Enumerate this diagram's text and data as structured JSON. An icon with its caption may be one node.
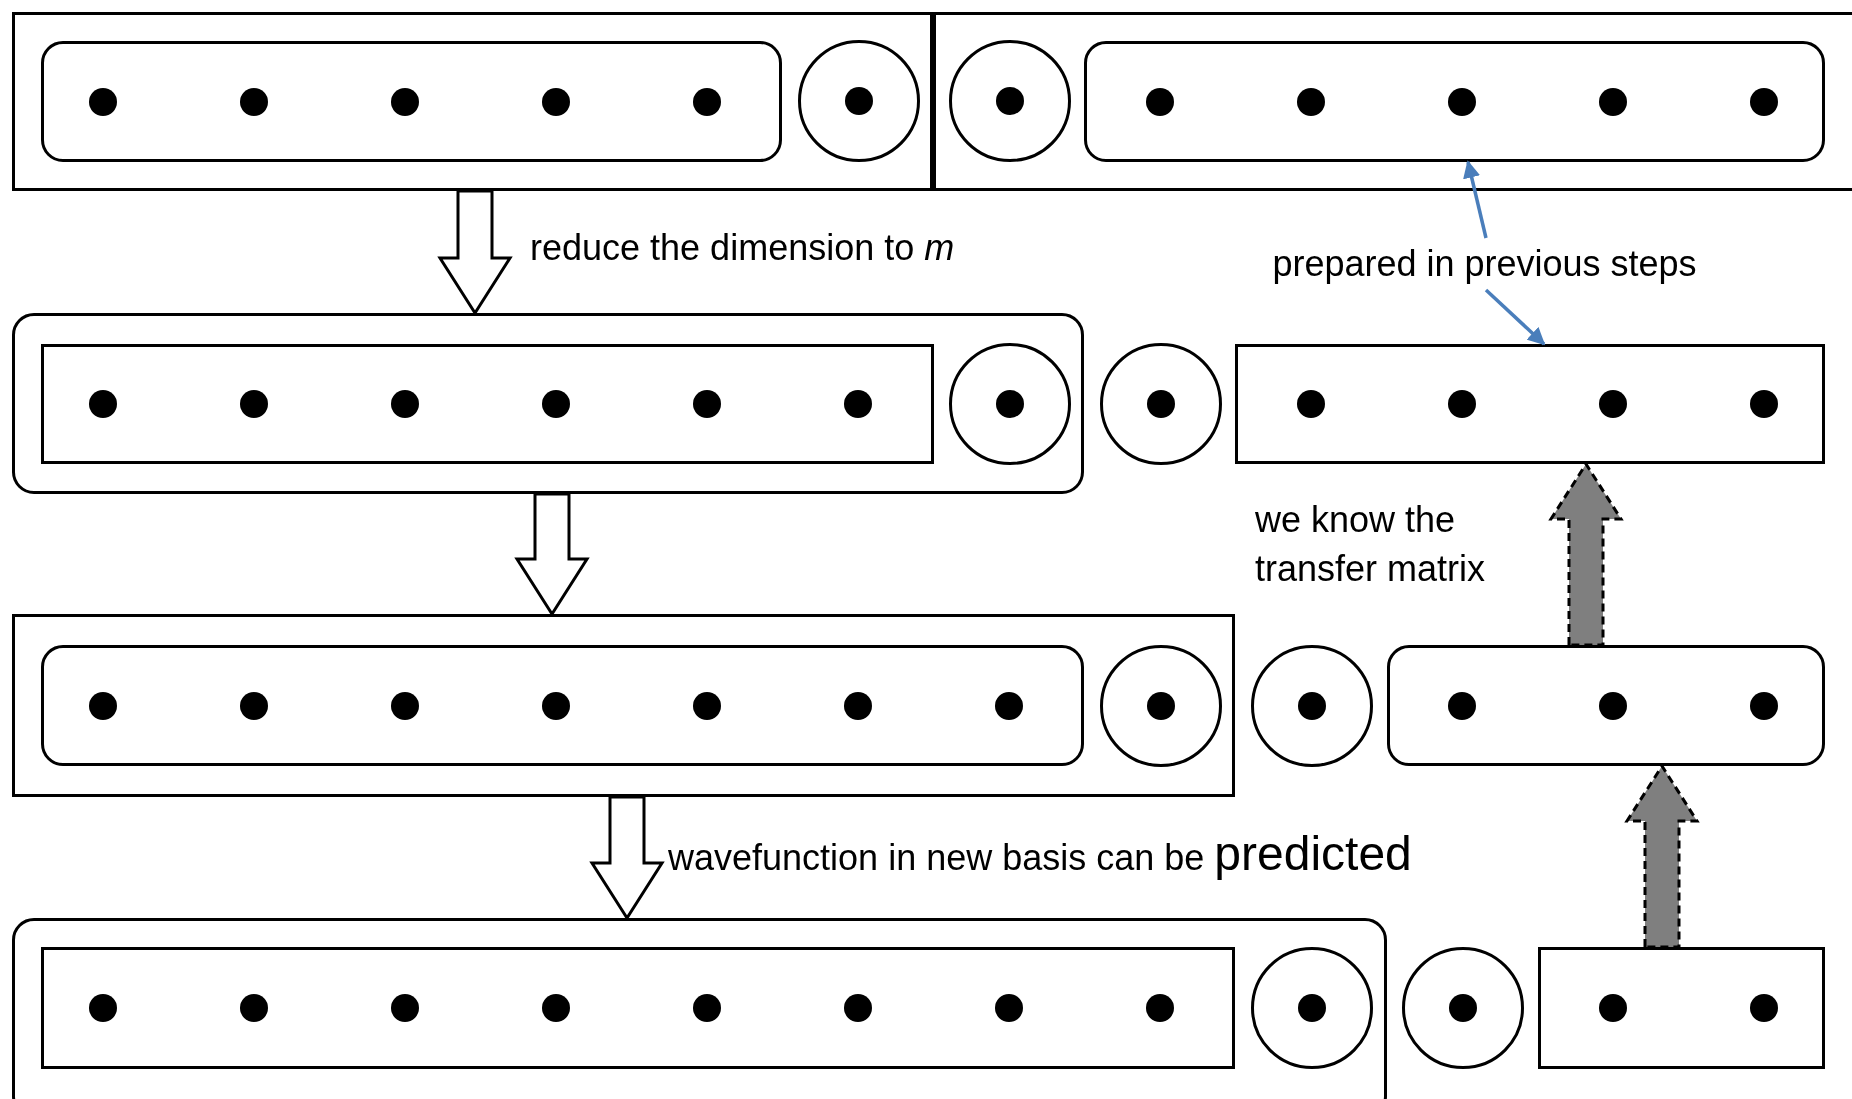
{
  "diagram": {
    "nodes": [
      {
        "text": [],
        "shape": "box"
      },
      {
        "text": [],
        "shape": "box",
        "in": 0
      },
      {
        "text": [],
        "shape": "circle",
        "in": 0
      },
      {
        "text": [],
        "shape": "box"
      },
      {
        "text": [],
        "shape": "circle",
        "in": 3
      },
      {
        "text": [],
        "shape": "box",
        "in": 3
      },
      {
        "text": [
          "prepared in previous steps"
        ]
      },
      {
        "text": [],
        "shape": "box"
      },
      {
        "text": [],
        "shape": "box",
        "in": 7
      },
      {
        "text": [],
        "shape": "circle",
        "in": 7
      },
      {
        "text": [],
        "shape": "circle"
      },
      {
        "text": [],
        "shape": "box"
      },
      {
        "text": [],
        "shape": "box"
      },
      {
        "text": [],
        "shape": "box",
        "in": 12
      },
      {
        "text": [],
        "shape": "circle",
        "in": 12
      },
      {
        "text": [],
        "shape": "circle"
      },
      {
        "text": [],
        "shape": "box"
      },
      {
        "text": [],
        "shape": "box"
      },
      {
        "text": [],
        "shape": "box",
        "in": 17
      },
      {
        "text": [],
        "shape": "circle",
        "in": 17
      },
      {
        "text": [],
        "shape": "circle"
      },
      {
        "text": [],
        "shape": "box"
      }
    ],
    "edges": [
      {
        "from": 0,
        "to": 7,
        "arrow": "to",
        "style": "thick",
        "label": "reduce the dimension to *m*"
      },
      {
        "from": 7,
        "to": 12,
        "arrow": "to",
        "style": "thick"
      },
      {
        "from": 12,
        "to": 17,
        "arrow": "to",
        "style": "thick",
        "label": "wavefunction in new basis can be **predicted**"
      },
      {
        "from": 21,
        "to": 16,
        "arrow": "to",
        "style": "dashed",
        "color": "#7f7f7f"
      },
      {
        "from": 16,
        "to": 11,
        "arrow": "to",
        "style": "dashed",
        "color": "#7f7f7f",
        "label": "we know the transfer matrix"
      },
      {
        "from": 6,
        "to": 5,
        "arrow": "to",
        "color": "#4a7ebb"
      },
      {
        "from": 6,
        "to": 11,
        "arrow": "to",
        "color": "#4a7ebb"
      }
    ]
  }
}
